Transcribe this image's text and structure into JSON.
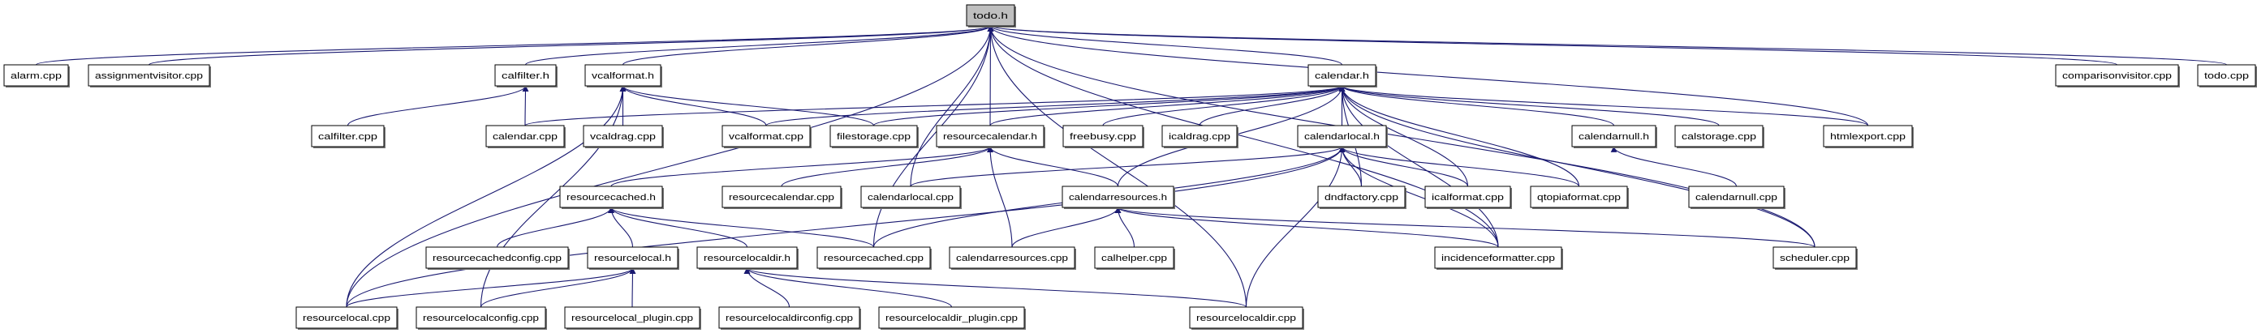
{
  "graph": {
    "root": "todo.h",
    "colors": {
      "edge": "#191970",
      "root_fill": "#bfbfbf",
      "node_fill": "#ffffff",
      "border": "#000000"
    },
    "nodes": [
      "todo.h",
      "alarm.cpp",
      "assignmentvisitor.cpp",
      "calfilter.h",
      "vcalformat.h",
      "calendar.h",
      "comparisonvisitor.cpp",
      "todo.cpp",
      "calfilter.cpp",
      "calendar.cpp",
      "vcaldrag.cpp",
      "vcalformat.cpp",
      "filestorage.cpp",
      "resourcecalendar.h",
      "freebusy.cpp",
      "icaldrag.cpp",
      "calendarlocal.h",
      "calendarnull.h",
      "calstorage.cpp",
      "htmlexport.cpp",
      "resourcecached.h",
      "resourcecalendar.cpp",
      "calendarlocal.cpp",
      "calendarresources.h",
      "dndfactory.cpp",
      "icalformat.cpp",
      "qtopiaformat.cpp",
      "calendarnull.cpp",
      "resourcecachedconfig.cpp",
      "resourcelocal.h",
      "resourcelocaldir.h",
      "resourcecached.cpp",
      "calendarresources.cpp",
      "calhelper.cpp",
      "incidenceformatter.cpp",
      "scheduler.cpp",
      "resourcelocal.cpp",
      "resourcelocalconfig.cpp",
      "resourcelocal_plugin.cpp",
      "resourcelocaldirconfig.cpp",
      "resourcelocaldir_plugin.cpp",
      "resourcelocaldir.cpp"
    ],
    "edges": [
      [
        "alarm.cpp",
        "todo.h"
      ],
      [
        "assignmentvisitor.cpp",
        "todo.h"
      ],
      [
        "calfilter.h",
        "todo.h"
      ],
      [
        "vcalformat.h",
        "todo.h"
      ],
      [
        "calendar.h",
        "todo.h"
      ],
      [
        "resourcecalendar.h",
        "todo.h"
      ],
      [
        "comparisonvisitor.cpp",
        "todo.h"
      ],
      [
        "todo.cpp",
        "todo.h"
      ],
      [
        "resourcelocal.cpp",
        "todo.h"
      ],
      [
        "calendarlocal.cpp",
        "todo.h"
      ],
      [
        "resourcecached.cpp",
        "todo.h"
      ],
      [
        "htmlexport.cpp",
        "todo.h"
      ],
      [
        "incidenceformatter.cpp",
        "todo.h"
      ],
      [
        "scheduler.cpp",
        "todo.h"
      ],
      [
        "resourcelocaldir.cpp",
        "todo.h"
      ],
      [
        "calfilter.cpp",
        "calfilter.h"
      ],
      [
        "calendar.cpp",
        "calfilter.h"
      ],
      [
        "vcaldrag.cpp",
        "vcalformat.h"
      ],
      [
        "vcalformat.cpp",
        "vcalformat.h"
      ],
      [
        "filestorage.cpp",
        "vcalformat.h"
      ],
      [
        "resourcelocal.cpp",
        "vcalformat.h"
      ],
      [
        "resourcelocalconfig.cpp",
        "vcalformat.h"
      ],
      [
        "calendar.cpp",
        "calendar.h"
      ],
      [
        "vcalformat.cpp",
        "calendar.h"
      ],
      [
        "filestorage.cpp",
        "calendar.h"
      ],
      [
        "resourcecalendar.h",
        "calendar.h"
      ],
      [
        "freebusy.cpp",
        "calendar.h"
      ],
      [
        "icaldrag.cpp",
        "calendar.h"
      ],
      [
        "calendarlocal.h",
        "calendar.h"
      ],
      [
        "calendarresources.h",
        "calendar.h"
      ],
      [
        "dndfactory.cpp",
        "calendar.h"
      ],
      [
        "icalformat.cpp",
        "calendar.h"
      ],
      [
        "qtopiaformat.cpp",
        "calendar.h"
      ],
      [
        "calendarnull.h",
        "calendar.h"
      ],
      [
        "calstorage.cpp",
        "calendar.h"
      ],
      [
        "htmlexport.cpp",
        "calendar.h"
      ],
      [
        "scheduler.cpp",
        "calendar.h"
      ],
      [
        "incidenceformatter.cpp",
        "calendar.h"
      ],
      [
        "resourcecached.h",
        "resourcecalendar.h"
      ],
      [
        "resourcecalendar.cpp",
        "resourcecalendar.h"
      ],
      [
        "calendarresources.h",
        "resourcecalendar.h"
      ],
      [
        "calendarresources.cpp",
        "resourcecalendar.h"
      ],
      [
        "calendarlocal.cpp",
        "calendarlocal.h"
      ],
      [
        "resourcecached.cpp",
        "calendarlocal.h"
      ],
      [
        "dndfactory.cpp",
        "calendarlocal.h"
      ],
      [
        "icalformat.cpp",
        "calendarlocal.h"
      ],
      [
        "qtopiaformat.cpp",
        "calendarlocal.h"
      ],
      [
        "incidenceformatter.cpp",
        "calendarlocal.h"
      ],
      [
        "resourcelocal.cpp",
        "calendarlocal.h"
      ],
      [
        "resourcelocaldir.cpp",
        "calendarlocal.h"
      ],
      [
        "calendarnull.cpp",
        "calendarnull.h"
      ],
      [
        "resourcecachedconfig.cpp",
        "resourcecached.h"
      ],
      [
        "resourcelocal.h",
        "resourcecached.h"
      ],
      [
        "resourcelocaldir.h",
        "resourcecached.h"
      ],
      [
        "resourcecached.cpp",
        "resourcecached.h"
      ],
      [
        "calendarresources.cpp",
        "calendarresources.h"
      ],
      [
        "calhelper.cpp",
        "calendarresources.h"
      ],
      [
        "incidenceformatter.cpp",
        "calendarresources.h"
      ],
      [
        "scheduler.cpp",
        "calendarresources.h"
      ],
      [
        "resourcelocal.cpp",
        "resourcelocal.h"
      ],
      [
        "resourcelocalconfig.cpp",
        "resourcelocal.h"
      ],
      [
        "resourcelocal_plugin.cpp",
        "resourcelocal.h"
      ],
      [
        "resourcelocaldirconfig.cpp",
        "resourcelocaldir.h"
      ],
      [
        "resourcelocaldir_plugin.cpp",
        "resourcelocaldir.h"
      ],
      [
        "resourcelocaldir.cpp",
        "resourcelocaldir.h"
      ]
    ]
  }
}
